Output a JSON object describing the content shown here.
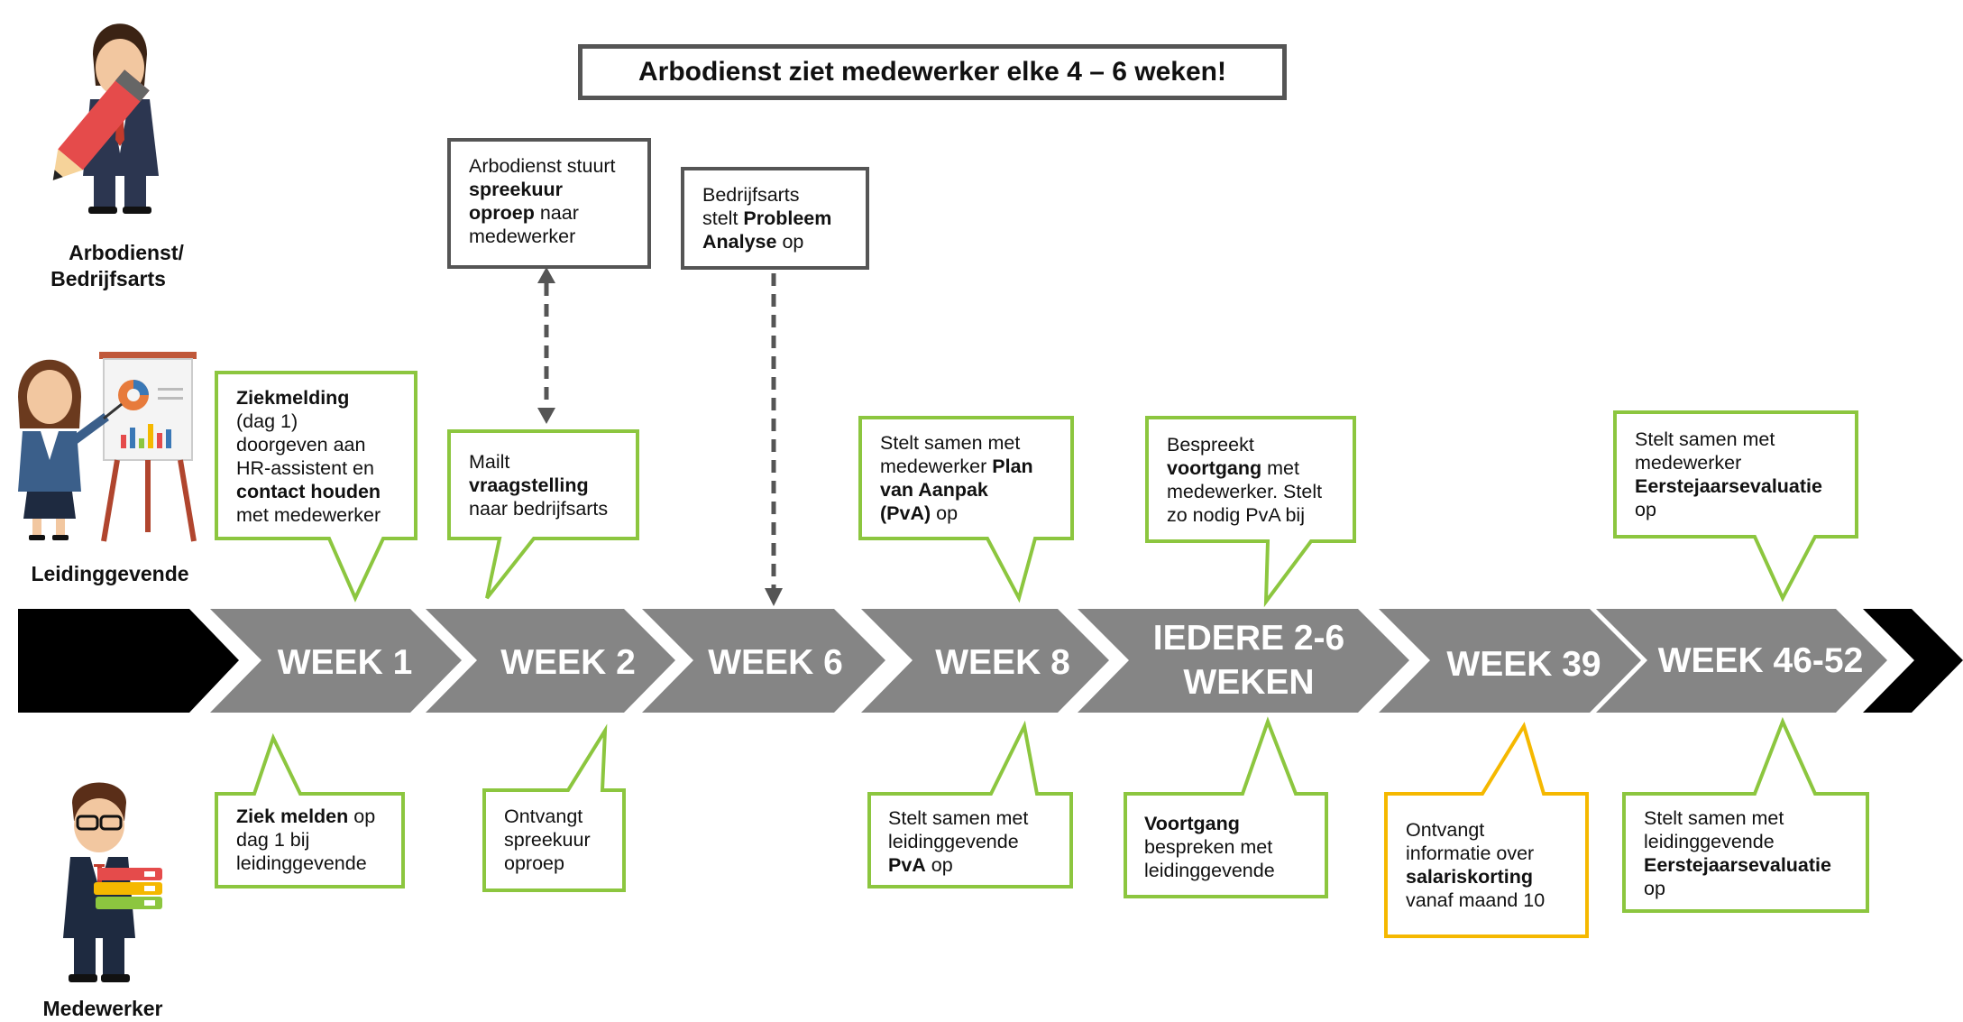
{
  "banner": "Arbodienst ziet medewerker elke 4 – 6 weken!",
  "roles": {
    "arbo": [
      "Arbodienst/",
      "Bedrijfsarts"
    ],
    "leidinggevende": "Leidinggevende",
    "medewerker": "Medewerker"
  },
  "weeks": [
    "WEEK 1",
    "WEEK 2",
    "WEEK 6",
    "WEEK 8",
    "IEDERE 2-6",
    "WEKEN",
    "WEEK 39",
    "WEEK 46-52"
  ],
  "arbo_boxes": {
    "spreekuur": [
      "Arbodienst stuurt",
      "spreekuur",
      "oproep",
      " naar",
      "medewerker"
    ],
    "probleem": [
      "Bedrijfsarts",
      "stelt ",
      "Probleem",
      "Analyse",
      " op"
    ]
  },
  "leidinggevende_callouts": {
    "week1": [
      "Ziekmelding",
      "(dag 1)",
      "doorgeven aan",
      "HR-assistent en",
      "contact houden",
      "met medewerker"
    ],
    "week2": [
      "Mailt",
      "vraagstelling",
      "naar bedrijfsarts"
    ],
    "week8": [
      "Stelt samen met",
      "medewerker ",
      "Plan",
      "van Aanpak",
      "(PvA)",
      " op"
    ],
    "iedere": [
      "Bespreekt",
      "voortgang",
      " met",
      "medewerker. Stelt",
      "zo nodig PvA bij"
    ],
    "week46": [
      "Stelt samen met",
      "medewerker",
      "Eerstejaarsevaluatie",
      "op"
    ]
  },
  "medewerker_callouts": {
    "week1": [
      "Ziek melden",
      " op",
      "dag 1 bij",
      "leidinggevende"
    ],
    "week2": [
      "Ontvangt",
      "spreekuur",
      "oproep"
    ],
    "week8": [
      "Stelt samen met",
      "leidinggevende",
      "PvA",
      " op"
    ],
    "iedere": [
      "Voortgang",
      "bespreken met",
      "leidinggevende"
    ],
    "week39": [
      "Ontvangt",
      "informatie over",
      "salariskorting",
      "vanaf maand 10"
    ],
    "week46": [
      "Stelt samen met",
      "leidinggevende",
      "Eerstejaarsevaluatie",
      "op"
    ]
  },
  "colors": {
    "green": "#8cc63f",
    "yellow": "#f5b800",
    "arrow_gray": "#858585",
    "black": "#000000",
    "box_border": "#555555"
  }
}
